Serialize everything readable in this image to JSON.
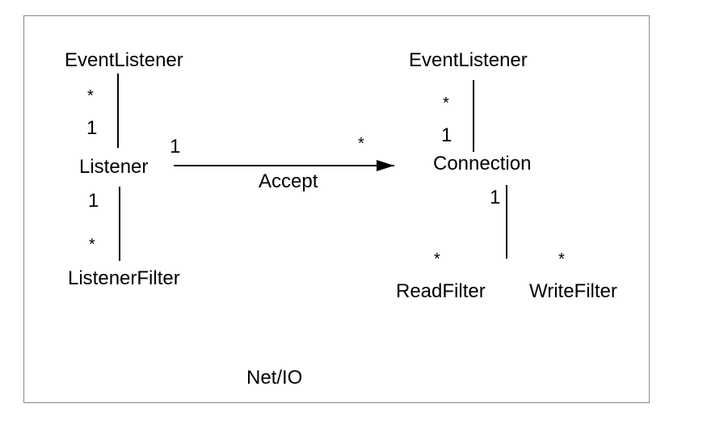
{
  "nodes": {
    "event_listener_left": "EventListener",
    "listener": "Listener",
    "listener_filter": "ListenerFilter",
    "event_listener_right": "EventListener",
    "connection": "Connection",
    "read_filter": "ReadFilter",
    "write_filter": "WriteFilter"
  },
  "edges": {
    "accept_label": "Accept"
  },
  "multiplicities": {
    "left_top_star": "*",
    "left_top_one": "1",
    "left_bottom_one": "1",
    "left_bottom_star": "*",
    "accept_source_one": "1",
    "accept_target_star": "*",
    "right_top_star": "*",
    "right_top_one": "1",
    "right_bottom_one": "1",
    "read_filter_star": "*",
    "write_filter_star": "*"
  },
  "caption": "Net/IO"
}
